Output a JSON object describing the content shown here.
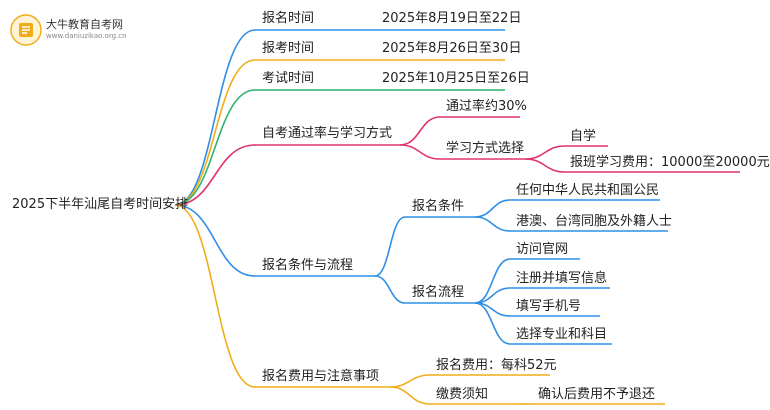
{
  "brand": {
    "name": "大牛教育自考网",
    "url": "www.daniuzikao.org.cn"
  },
  "colors": {
    "blue": "#2f8fe6",
    "gold": "#f0ad1a",
    "green": "#2db36b",
    "pink": "#e0336d"
  },
  "mindmap": {
    "root": "2025下半年汕尾自考时间安排",
    "branches": [
      {
        "label": "报名时间",
        "value": "2025年8月19日至22日"
      },
      {
        "label": "报考时间",
        "value": "2025年8月26日至30日"
      },
      {
        "label": "考试时间",
        "value": "2025年10月25日至26日"
      },
      {
        "label": "自考通过率与学习方式",
        "children": [
          {
            "label": "通过率约30%"
          },
          {
            "label": "学习方式选择",
            "children": [
              "自学",
              "报班学习费用：10000至20000元"
            ]
          }
        ]
      },
      {
        "label": "报名条件与流程",
        "children": [
          {
            "label": "报名条件",
            "children": [
              "任何中华人民共和国公民",
              "港澳、台湾同胞及外籍人士"
            ]
          },
          {
            "label": "报名流程",
            "children": [
              "访问官网",
              "注册并填写信息",
              "填写手机号",
              "选择专业和科目"
            ]
          }
        ]
      },
      {
        "label": "报名费用与注意事项",
        "children": [
          {
            "label": "报名费用：每科52元"
          },
          {
            "label": "缴费须知",
            "value": "确认后费用不予退还"
          }
        ]
      }
    ]
  }
}
